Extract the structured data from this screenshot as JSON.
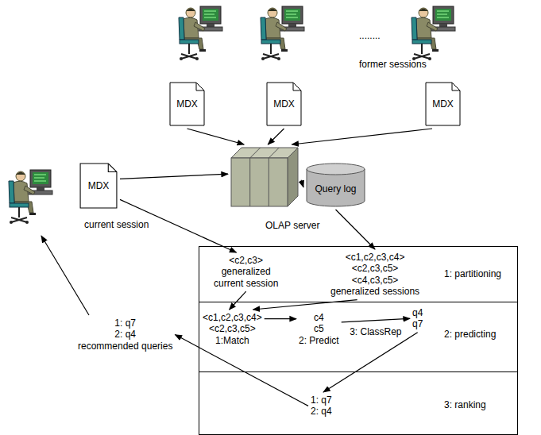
{
  "diagram": {
    "nodes": [
      {
        "text": [
          "MDX"
        ]
      },
      {
        "text": [
          "MDX"
        ]
      },
      {
        "text": [
          "MDX"
        ]
      },
      {
        "text": [
          "MDX"
        ]
      },
      {
        "text": [
          "OLAP server"
        ]
      },
      {
        "text": [
          "Query log"
        ]
      },
      {
        "text": [
          "1: partitioning"
        ]
      },
      {
        "text": [
          "<c2,c3>",
          "generalized",
          "current session"
        ],
        "in": 6
      },
      {
        "text": [
          "<c1,c2,c3,c4>",
          "<c2,c3,c5>",
          "<c4,c3,c5>",
          "generalized sessions"
        ],
        "in": 6
      },
      {
        "text": [
          "2: predicting"
        ]
      },
      {
        "text": [
          "<c1,c2,c3,c4>",
          "<c2,c3,c5>",
          "1:Match"
        ],
        "in": 9
      },
      {
        "text": [
          "c4",
          "c5",
          "2: Predict"
        ],
        "in": 9
      },
      {
        "text": [
          "q4",
          "q7"
        ],
        "in": 9
      },
      {
        "text": [
          "3: ranking"
        ]
      },
      {
        "text": [
          "1: q7",
          "2: q4"
        ],
        "in": 13
      },
      {
        "text": [
          "1: q7",
          "2: q4",
          "recommended queries"
        ]
      }
    ],
    "edges": [
      {
        "from": 0,
        "to": 4,
        "arrow": "to"
      },
      {
        "from": 1,
        "to": 4,
        "arrow": "to"
      },
      {
        "from": 2,
        "to": 4,
        "arrow": "to"
      },
      {
        "from": 3,
        "to": 4,
        "arrow": "to"
      },
      {
        "from": 4,
        "to": 5,
        "arrow": "to"
      },
      {
        "from": 3,
        "to": 7,
        "arrow": "to"
      },
      {
        "from": 5,
        "to": 8,
        "arrow": "to"
      },
      {
        "from": 7,
        "to": 10,
        "arrow": "to"
      },
      {
        "from": 8,
        "to": 10,
        "arrow": "to"
      },
      {
        "from": 10,
        "to": 11,
        "arrow": "to"
      },
      {
        "from": 11,
        "to": 12,
        "label": "3: ClassRep",
        "arrow": "to"
      },
      {
        "from": 12,
        "to": 14,
        "arrow": "to"
      },
      {
        "from": 14,
        "to": 15,
        "arrow": "to"
      }
    ],
    "labels": [
      "........",
      "former sessions",
      "current session"
    ]
  }
}
